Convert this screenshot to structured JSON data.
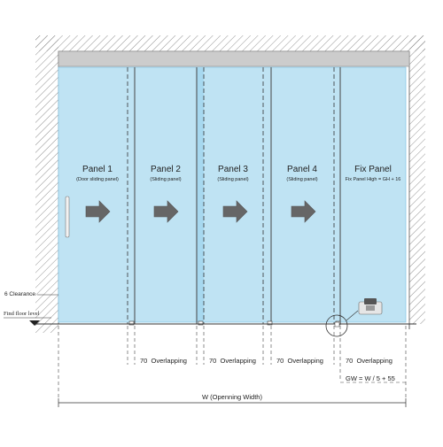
{
  "colors": {
    "glass": "#bfe3f3",
    "glass_edge": "#8cc9e6",
    "glass_strip": "#a7d8ef",
    "hatch": "#777777",
    "frame": "#c8c8c8",
    "arrow": "#666666",
    "line": "#333333"
  },
  "panels": [
    {
      "title": "Panel 1",
      "subtitle": "(Door sliding panel)"
    },
    {
      "title": "Panel 2",
      "subtitle": "(Sliding panel)"
    },
    {
      "title": "Panel 3",
      "subtitle": "(Sliding panel)"
    },
    {
      "title": "Panel 4",
      "subtitle": "(Sliding panel)"
    },
    {
      "title": "Fix Panel",
      "subtitle": "Fix Panel High = GH + 16"
    }
  ],
  "icons": [
    "arrow-right-icon",
    "arrow-right-icon",
    "arrow-right-icon",
    "arrow-right-icon"
  ],
  "labels": {
    "clearance": "6 Clearance",
    "floor_level": "Find floor level",
    "overlaps": [
      "70  Overlapping",
      "70  Overlapping",
      "70  Overlapping",
      "70  Overlapping"
    ],
    "gw": "GW = W / 5 + 55",
    "width": "W (Openning Width)"
  }
}
